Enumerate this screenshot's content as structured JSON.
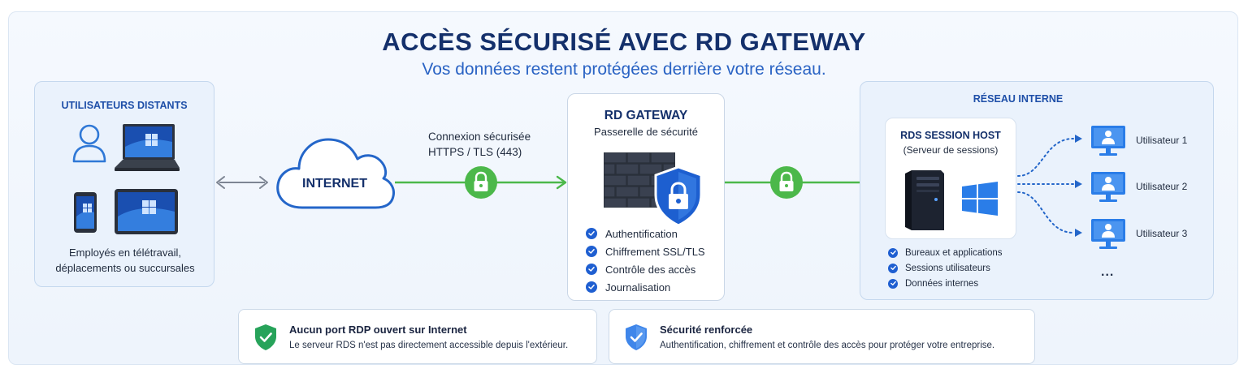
{
  "header": {
    "title": "ACCÈS SÉCURISÉ AVEC RD GATEWAY",
    "subtitle": "Vos données restent protégées derrière votre réseau."
  },
  "remote_users": {
    "title": "UTILISATEURS DISTANTS",
    "caption_line1": "Employés en télétravail,",
    "caption_line2": "déplacements ou succursales"
  },
  "internet": {
    "label": "INTERNET"
  },
  "connection": {
    "line1": "Connexion sécurisée",
    "line2": "HTTPS / TLS (443)"
  },
  "gateway": {
    "title": "RD GATEWAY",
    "subtitle": "Passerelle de sécurité",
    "features": [
      "Authentification",
      "Chiffrement SSL/TLS",
      "Contrôle des accès",
      "Journalisation"
    ]
  },
  "internal_network": {
    "title": "RÉSEAU INTERNE",
    "session_host_title": "RDS SESSION HOST",
    "session_host_subtitle": "(Serveur de sessions)",
    "features": [
      "Bureaux et applications",
      "Sessions utilisateurs",
      "Données internes"
    ],
    "users": [
      "Utilisateur 1",
      "Utilisateur 2",
      "Utilisateur 3"
    ],
    "more": "..."
  },
  "notes": [
    {
      "title": "Aucun port RDP ouvert sur Internet",
      "text": "Le serveur RDS n'est pas directement accessible depuis l'extérieur."
    },
    {
      "title": "Sécurité renforcée",
      "text": "Authentification, chiffrement et contrôle des accès pour protéger votre entreprise."
    }
  ],
  "colors": {
    "title": "#14306b",
    "subtitle": "#2a63c4",
    "accent_blue": "#1f5fd1",
    "secure_green": "#4cb84a",
    "panel_fill": "#eaf2fc"
  },
  "icons": [
    "user-icon",
    "laptop-icon",
    "phone-icon",
    "tablet-icon",
    "cloud-icon",
    "lock-icon",
    "firewall-icon",
    "shield-lock-icon",
    "server-tower-icon",
    "windows-logo-icon",
    "monitor-user-icon",
    "shield-check-icon"
  ]
}
